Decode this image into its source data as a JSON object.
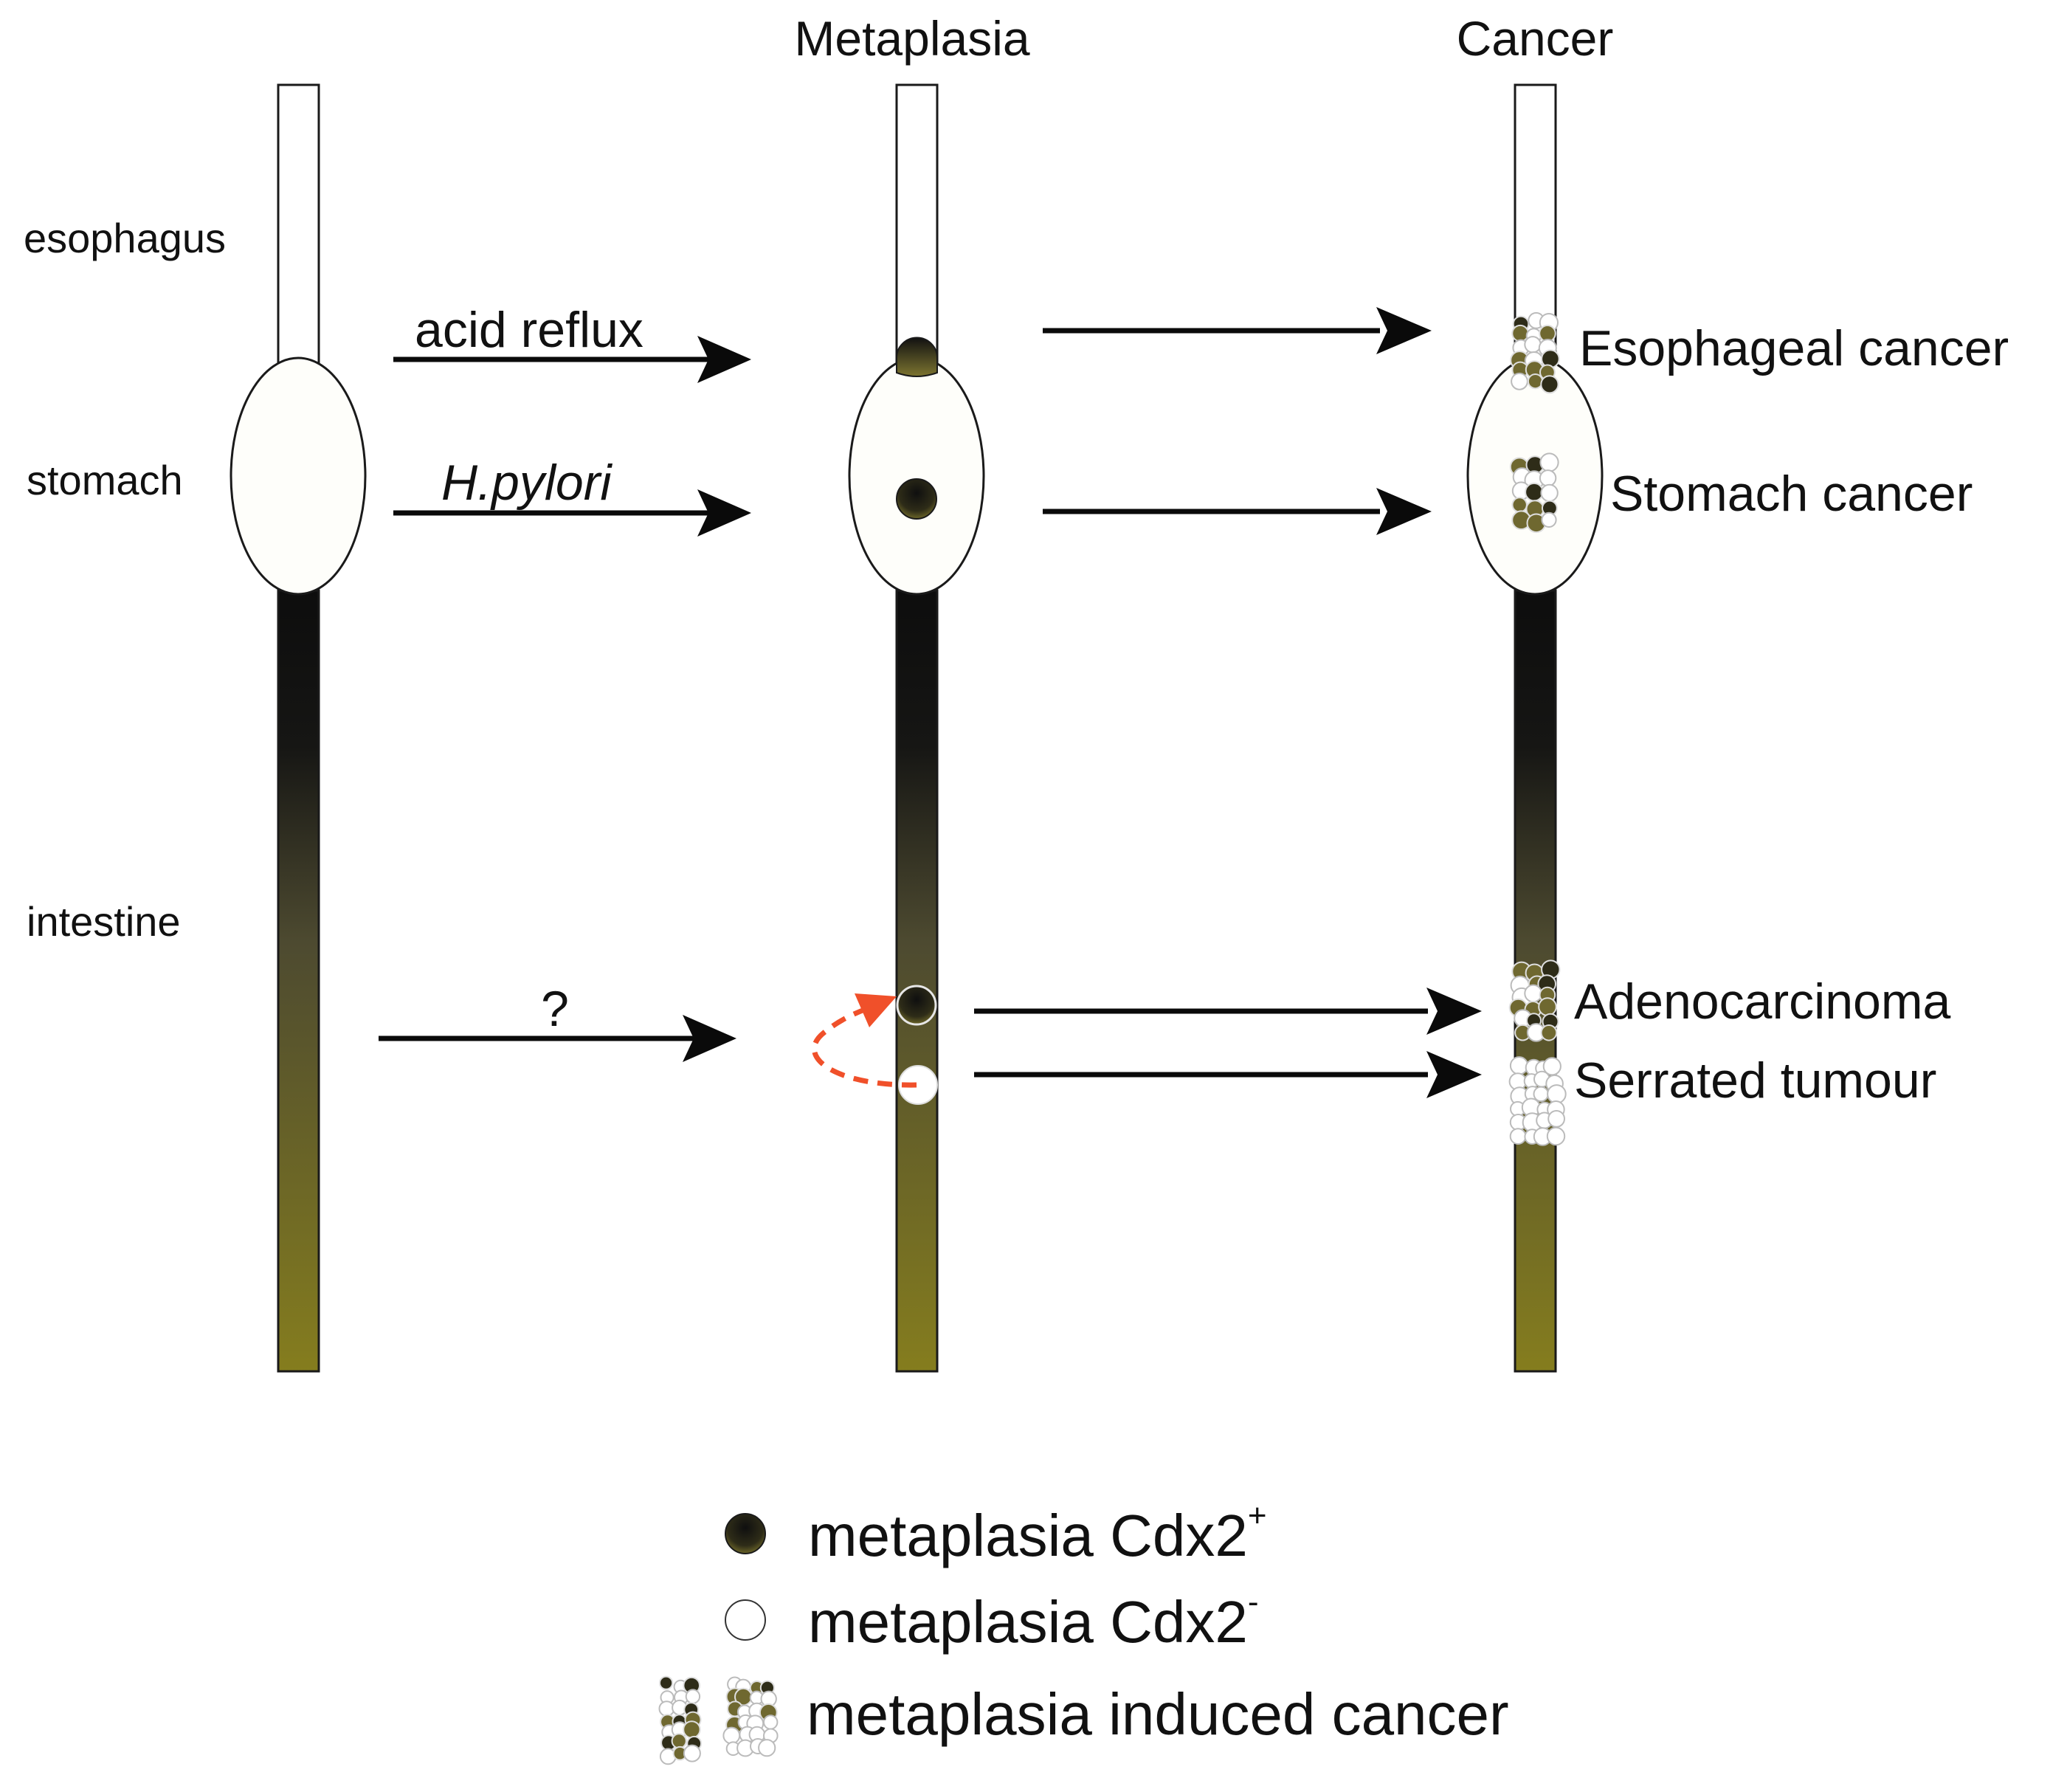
{
  "headers": {
    "metaplasia": "Metaplasia",
    "cancer": "Cancer"
  },
  "organs": {
    "esophagus": "esophagus",
    "stomach": "stomach",
    "intestine": "intestine"
  },
  "triggers": {
    "acid_reflux": "acid reflux",
    "h_pylori": "H.pylori",
    "unknown": "?"
  },
  "cancers": {
    "esophageal": "Esophageal cancer",
    "stomach": "Stomach cancer",
    "adenocarcinoma": "Adenocarcinoma",
    "serrated": "Serrated tumour"
  },
  "legend": {
    "cdx2_pos": "metaplasia Cdx2",
    "cdx2_pos_sup": "+",
    "cdx2_neg": "metaplasia Cdx2",
    "cdx2_neg_sup": "-",
    "induced_cancer": "metaplasia induced cancer"
  },
  "colors": {
    "intestine_top": "#0d0d0d",
    "intestine_bottom": "#857d1e",
    "dashed_arrow": "#f0502a",
    "outline": "#1a1a1a",
    "cell_dark": "#3a3a1a",
    "cell_light": "#ffffff"
  }
}
